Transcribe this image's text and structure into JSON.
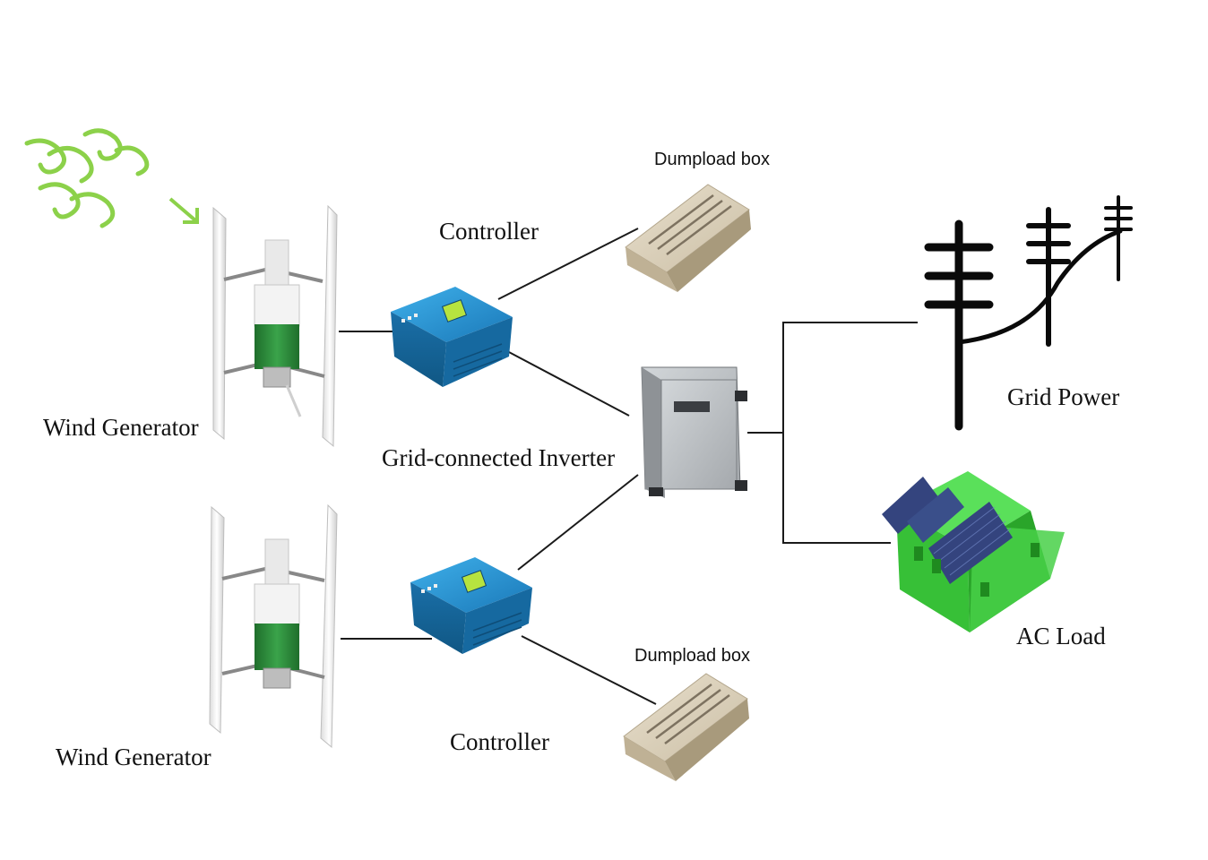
{
  "labels": {
    "wind_generator_top": "Wind Generator",
    "wind_generator_bottom": "Wind Generator",
    "controller_top": "Controller",
    "controller_bottom": "Controller",
    "dumpload_top": "Dumpload box",
    "dumpload_bottom": "Dumpload box",
    "inverter": "Grid-connected Inverter",
    "grid_power": "Grid Power",
    "ac_load": "AC Load"
  },
  "colors": {
    "wind_swirl": "#8cd14a",
    "generator_green": "#2e8b3a",
    "controller_blue": "#1e88c8",
    "dumpload_beige": "#d8cdb8",
    "inverter_gray": "#b8bcbf",
    "house_green": "#3fcf3f",
    "solar_blue": "#3a4f8a"
  }
}
